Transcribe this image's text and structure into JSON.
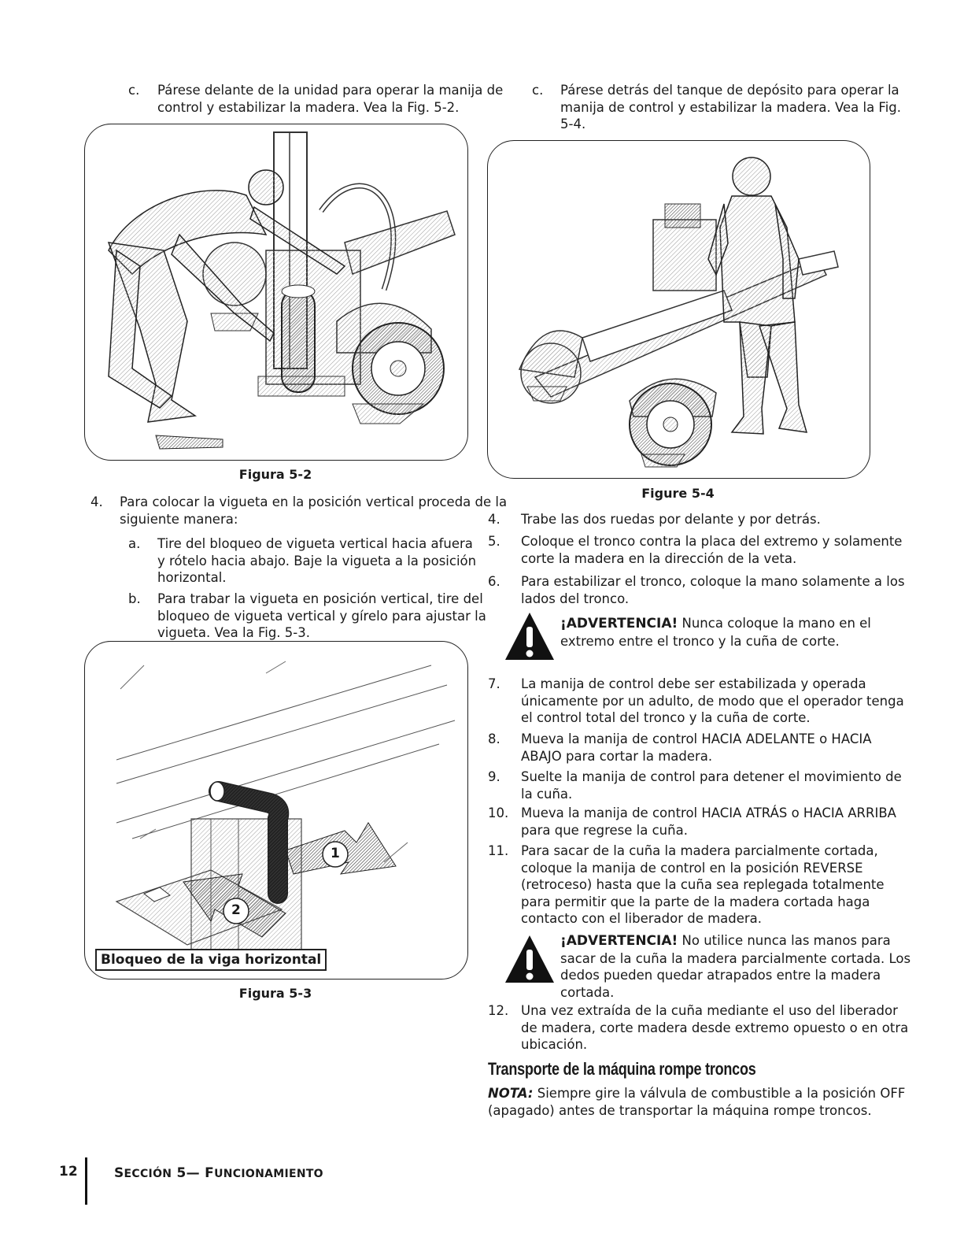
{
  "left": {
    "item_c_letter": "c.",
    "item_c_lines": [
      "Párese delante de la unidad para operar la manija de",
      "control y estabilizar la madera. Vea la Fig. 5-2."
    ],
    "figure_5_2_caption": "Figura 5-2",
    "item_4_num": "4.",
    "item_4_lines": [
      "Para colocar la vigueta en la posición vertical proceda de la",
      "siguiente manera:"
    ],
    "item_a_letter": "a.",
    "item_a_lines": [
      "Tire del bloqueo de vigueta vertical hacia afuera",
      "y rótelo hacia abajo. Baje la vigueta a la posición",
      "horizontal."
    ],
    "item_b_letter": "b.",
    "item_b_lines": [
      "Para trabar la vigueta en posición vertical, tire del",
      "bloqueo de vigueta vertical y gírelo para ajustar la",
      "vigueta. Vea la Fig. 5-3."
    ],
    "figure_5_3_label": "Bloqueo de la viga horizontal",
    "figure_5_3_arrow_1": "1",
    "figure_5_3_arrow_2": "2",
    "figure_5_3_caption": "Figura 5-3"
  },
  "right": {
    "item_c_letter": "c.",
    "item_c_lines": [
      "Párese detrás del tanque de depósito para operar la",
      "manija de control y estabilizar la madera. Vea la Fig.",
      "5-4."
    ],
    "figure_5_4_caption": "Figure 5-4",
    "steps": [
      {
        "num": "4.",
        "lines": [
          "Trabe las dos ruedas por delante y por detrás."
        ]
      },
      {
        "num": "5.",
        "lines": [
          "Coloque el tronco contra la placa del extremo y solamente",
          "corte la madera en la dirección de la veta."
        ]
      },
      {
        "num": "6.",
        "lines": [
          "Para estabilizar el tronco, coloque la mano solamente a los",
          "lados del tronco."
        ]
      }
    ],
    "warning_1_title": "¡ADVERTENCIA!",
    "warning_1_lines": [
      " Nunca coloque la mano en el",
      "extremo entre el tronco y la cuña de corte."
    ],
    "steps_b": [
      {
        "num": "7.",
        "lines": [
          "La manija de control debe ser estabilizada y operada",
          "únicamente por un adulto, de modo que el operador tenga",
          "el control total del tronco y la cuña de corte."
        ]
      },
      {
        "num": "8.",
        "lines": [
          "Mueva la manija de control HACIA ADELANTE o HACIA",
          "ABAJO para cortar la madera."
        ]
      },
      {
        "num": "9.",
        "lines": [
          "Suelte la manija de control para detener el movimiento de",
          "la cuña."
        ]
      },
      {
        "num": "10.",
        "lines": [
          "Mueva la manija de control HACIA ATRÁS o HACIA ARRIBA",
          "para que regrese la cuña."
        ]
      },
      {
        "num": "11.",
        "lines": [
          "Para sacar de la cuña la madera parcialmente cortada,",
          "coloque la manija de control en la posición REVERSE",
          "(retroceso) hasta que la cuña sea replegada totalmente",
          "para permitir que la parte de la madera cortada haga",
          "contacto con el liberador de madera."
        ]
      }
    ],
    "warning_2_title": "¡ADVERTENCIA!",
    "warning_2_lines": [
      " No utilice nunca las manos para",
      "sacar de la cuña la madera parcialmente cortada. Los",
      "dedos pueden quedar atrapados entre la madera",
      "cortada."
    ],
    "steps_c": [
      {
        "num": "12.",
        "lines": [
          "Una vez extraída de la cuña mediante el uso del liberador",
          "de madera, corte madera desde extremo opuesto o en otra",
          "ubicación."
        ]
      }
    ],
    "section_heading": "Transporte de la máquina rompe troncos",
    "nota_label": "NOTA:",
    "nota_lines": [
      " Siempre gire la válvula de combustible a la posición OFF",
      "(apagado) antes de transportar la máquina rompe troncos."
    ]
  },
  "footer": {
    "page_number": "12",
    "section_s": "S",
    "section_rest": "ECCIÓN",
    "section_num": " 5— ",
    "section_f": "F",
    "section_f_rest": "UNCIONAMIENTO"
  }
}
